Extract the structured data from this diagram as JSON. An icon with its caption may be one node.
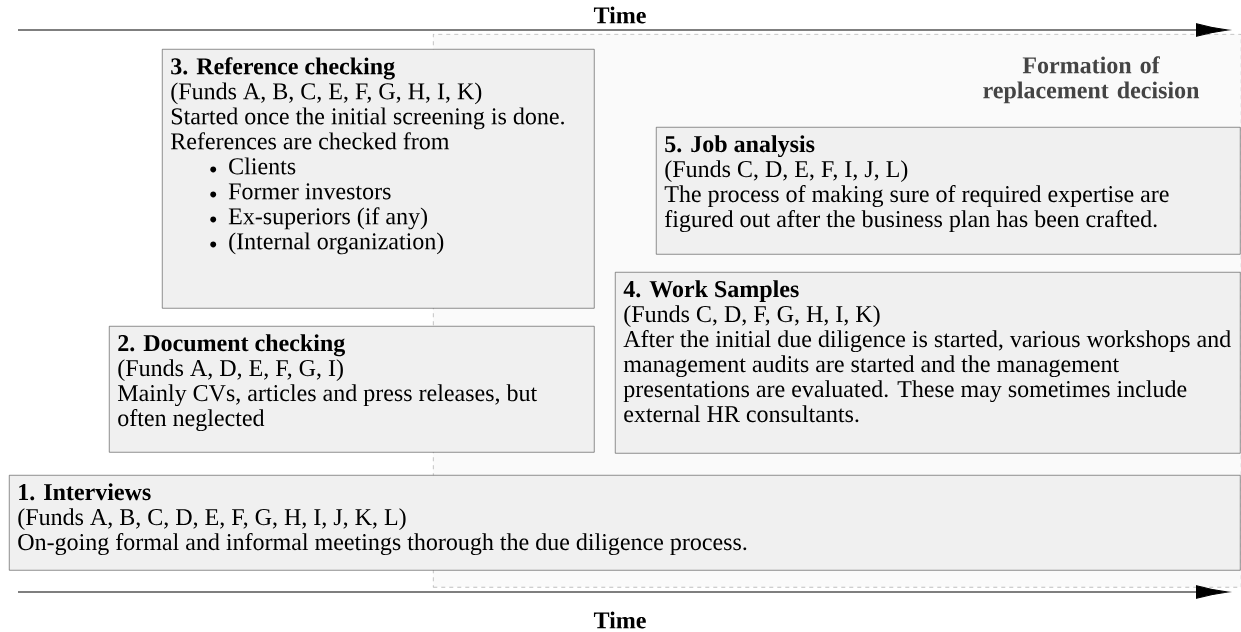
{
  "diagram": {
    "nodes": [
      {
        "text": [
          "Formation of replacement decision"
        ]
      },
      {
        "text": [
          "3. Reference checking",
          "(Funds A, B, C, E, F, G, H, I, K)",
          "Started once the initial screening is done. References are checked from",
          "Clients",
          "Former investors",
          "Ex-superiors (if any)",
          "(Internal organization)"
        ]
      },
      {
        "text": [
          "5. Job analysis",
          "(Funds C, D, E, F, I, J, L)",
          "The process of making sure of required expertise are figured out after the business plan has been crafted."
        ],
        "in": 0
      },
      {
        "text": [
          "4. Work Samples",
          "(Funds C, D, F, G, H, I, K)",
          "After the initial due diligence is started, various workshops and management audits are started and the management presentations are evaluated. These may sometimes include external HR consultants."
        ],
        "in": 0
      },
      {
        "text": [
          "2. Document checking",
          "(Funds A, D, E, F, G, I)",
          "Mainly CVs, articles and press releases, but often neglected"
        ]
      },
      {
        "text": [
          "1. Interviews",
          "(Funds A, B, C, D, E, F, G, H, I, J, K, L)",
          "On-going formal and informal meetings thorough the due diligence process."
        ]
      }
    ],
    "labels": [
      "Time",
      "Time"
    ]
  }
}
